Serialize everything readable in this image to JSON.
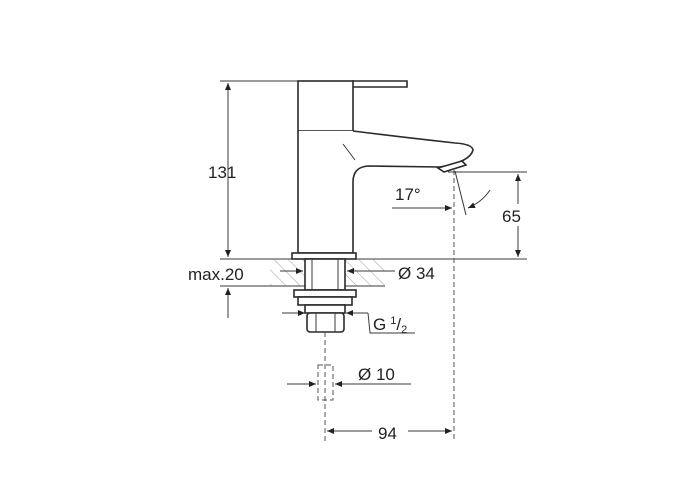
{
  "drawing": {
    "title": "Pillar tap dimension drawing",
    "dimensions": {
      "height": "131",
      "spout_height": "65",
      "angle": "17°",
      "max_thickness": "max.20",
      "hole_diameter": "Ø 34",
      "thread_g": "G",
      "thread_num": "1",
      "thread_den": "2",
      "pipe_diameter": "Ø 10",
      "projection": "94"
    },
    "line_color": "#2a2a2a"
  }
}
